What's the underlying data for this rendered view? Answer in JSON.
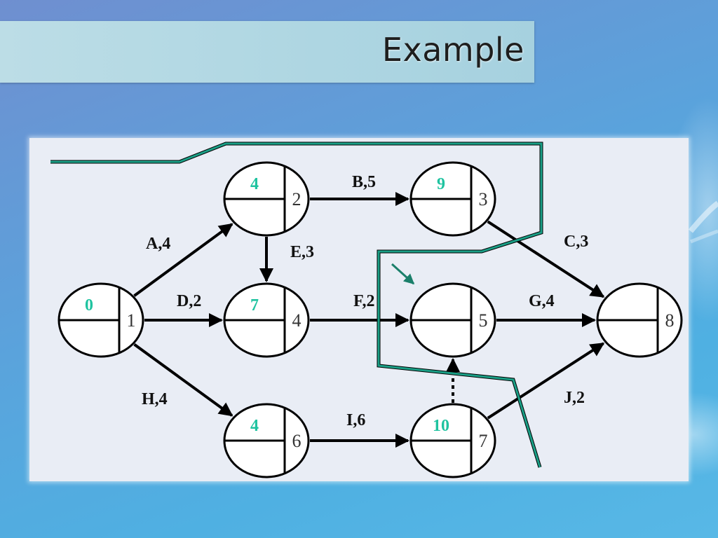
{
  "title": "Example",
  "colors": {
    "accent_teal": "#1fc3a0",
    "cut_line": "#1a7f6a",
    "panel_bg": "#e9edf5",
    "title_bar": "#aed6e2"
  },
  "network": {
    "nodes": [
      {
        "id": "1",
        "time": "0"
      },
      {
        "id": "2",
        "time": "4"
      },
      {
        "id": "3",
        "time": "9"
      },
      {
        "id": "4",
        "time": "7"
      },
      {
        "id": "5",
        "time": ""
      },
      {
        "id": "6",
        "time": "4"
      },
      {
        "id": "7",
        "time": "10"
      },
      {
        "id": "8",
        "time": ""
      }
    ],
    "activities": [
      {
        "from": "1",
        "to": "2",
        "label": "A,4",
        "style": "solid"
      },
      {
        "from": "2",
        "to": "3",
        "label": "B,5",
        "style": "solid"
      },
      {
        "from": "3",
        "to": "8",
        "label": "C,3",
        "style": "solid"
      },
      {
        "from": "1",
        "to": "4",
        "label": "D,2",
        "style": "solid"
      },
      {
        "from": "2",
        "to": "4",
        "label": "E,3",
        "style": "solid"
      },
      {
        "from": "4",
        "to": "5",
        "label": "F,2",
        "style": "solid"
      },
      {
        "from": "5",
        "to": "8",
        "label": "G,4",
        "style": "solid"
      },
      {
        "from": "1",
        "to": "6",
        "label": "H,4",
        "style": "solid"
      },
      {
        "from": "6",
        "to": "7",
        "label": "I,6",
        "style": "solid"
      },
      {
        "from": "7",
        "to": "8",
        "label": "J,2",
        "style": "solid"
      },
      {
        "from": "7",
        "to": "5",
        "label": "",
        "style": "dummy"
      }
    ]
  }
}
